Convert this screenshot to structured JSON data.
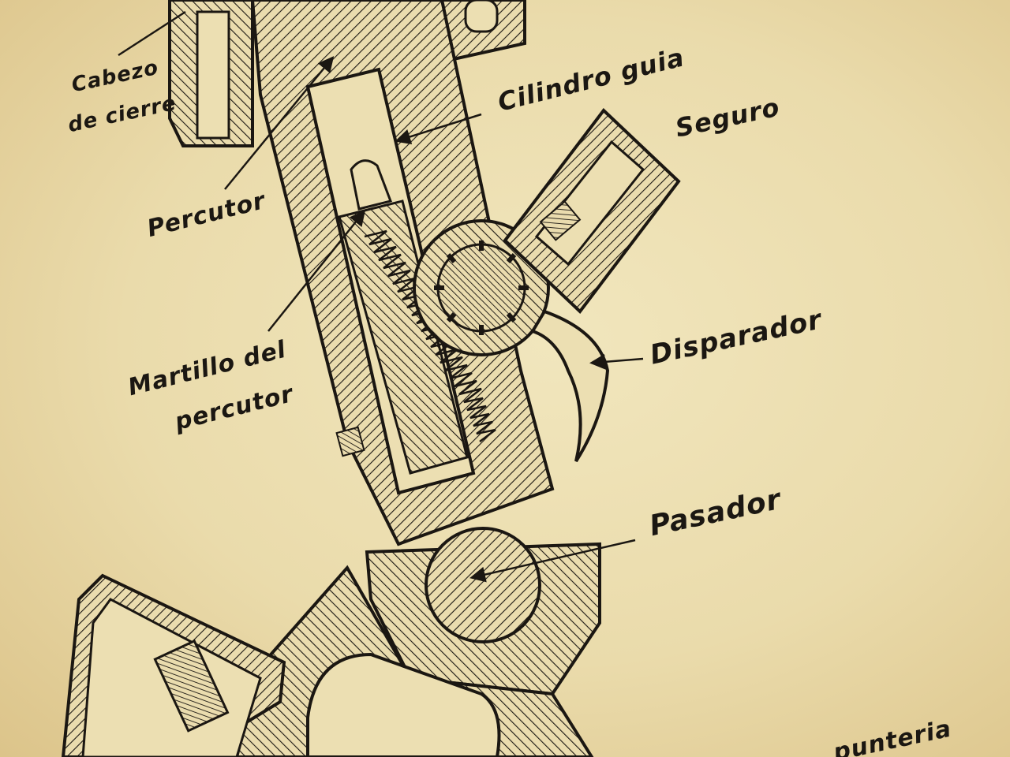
{
  "labels": {
    "cabezo_line1": "Cabezo",
    "cabezo_line2": "de cierre",
    "cilindro_guia": "Cilindro guia",
    "seguro": "Seguro",
    "percutor": "Percutor",
    "martillo_line1": "Martillo del",
    "martillo_line2": "percutor",
    "disparador": "Disparador",
    "pasador": "Pasador",
    "punteria_partial": "punteria"
  },
  "colors": {
    "paper": "#ecdfb2",
    "ink": "#1b1712"
  }
}
